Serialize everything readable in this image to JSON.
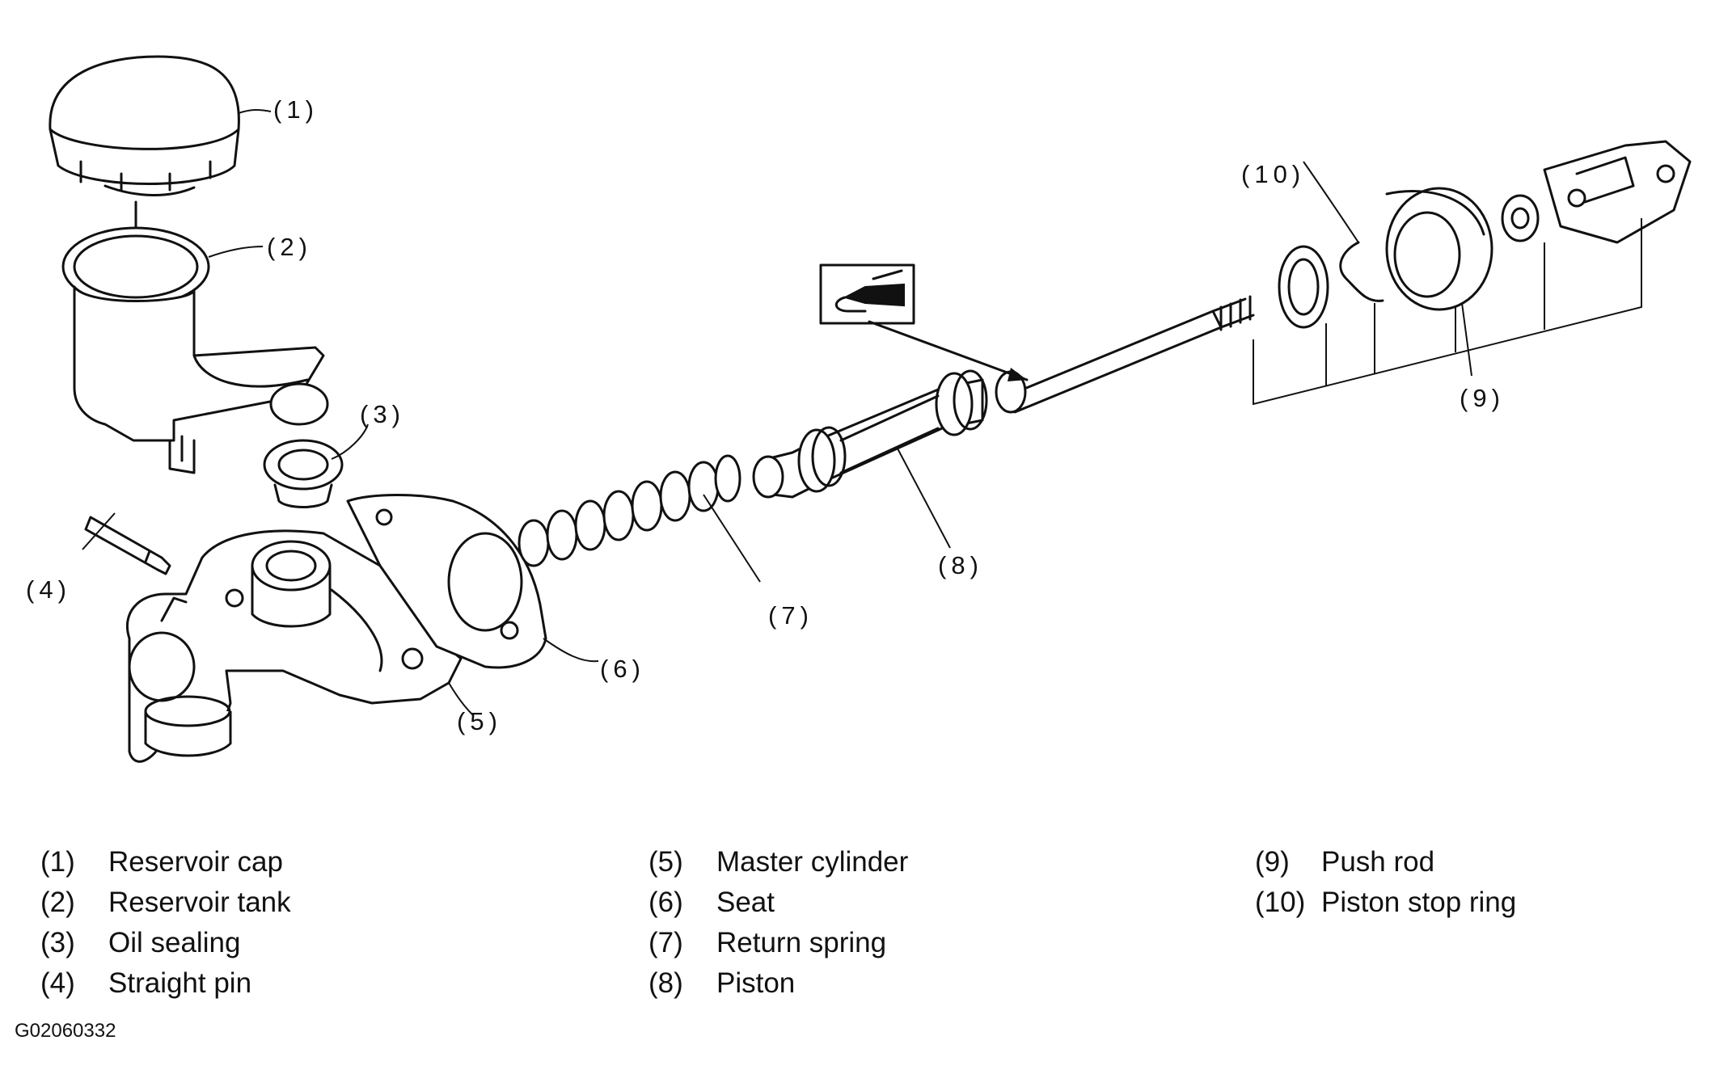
{
  "callouts": [
    "(1)",
    "(2)",
    "(3)",
    "(4)",
    "(5)",
    "(6)",
    "(7)",
    "(8)",
    "(9)",
    "(10)"
  ],
  "legend": [
    {
      "num": "(1)",
      "label": "Reservoir cap"
    },
    {
      "num": "(2)",
      "label": "Reservoir tank"
    },
    {
      "num": "(3)",
      "label": "Oil sealing"
    },
    {
      "num": "(4)",
      "label": "Straight pin"
    },
    {
      "num": "(5)",
      "label": "Master cylinder"
    },
    {
      "num": "(6)",
      "label": "Seat"
    },
    {
      "num": "(7)",
      "label": "Return spring"
    },
    {
      "num": "(8)",
      "label": "Piston"
    },
    {
      "num": "(9)",
      "label": "Push rod"
    },
    {
      "num": "(10)",
      "label": "Piston stop ring"
    }
  ],
  "figure_id": "G02060332",
  "icons": [
    "grease-applicator-icon"
  ]
}
